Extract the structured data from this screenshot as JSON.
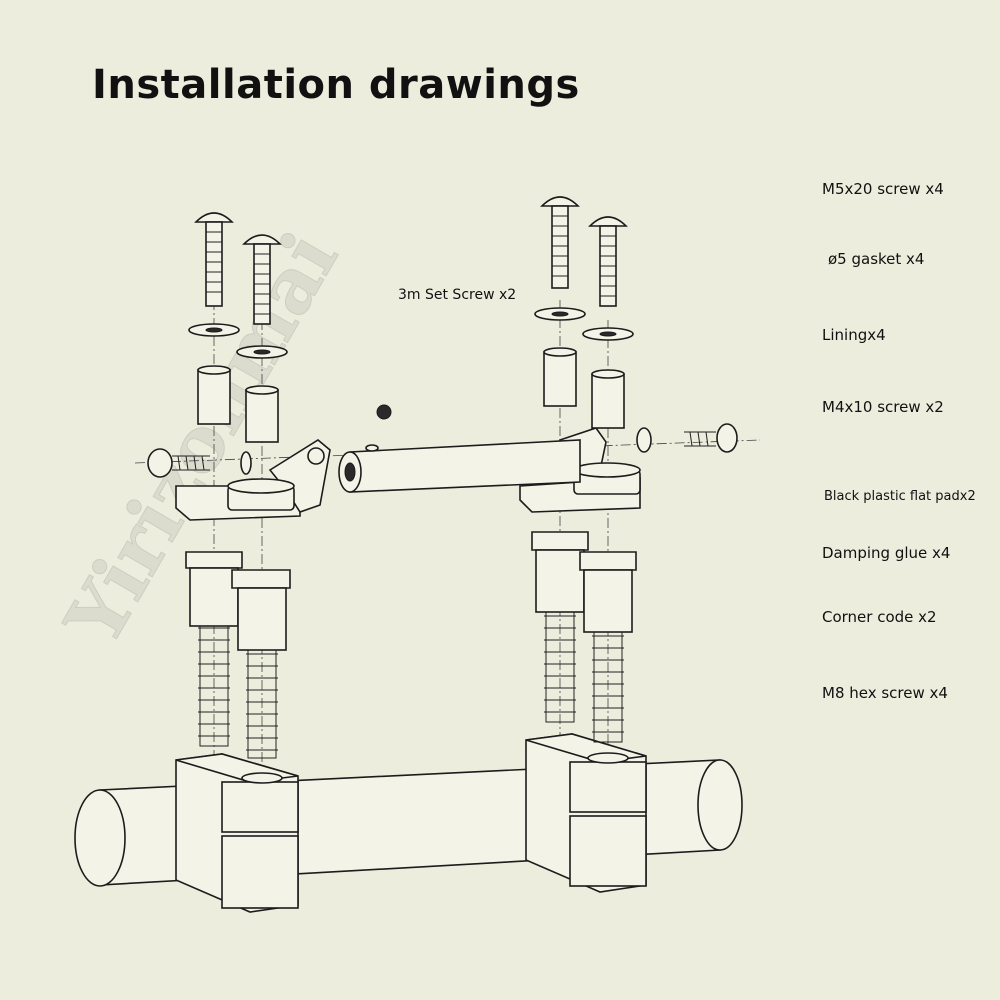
{
  "title": "Installation drawings",
  "watermark": "Yirizonmai",
  "labels": {
    "m5_screw": "M5x20 screw x4",
    "gasket": "ø5 gasket x4",
    "lining": "Liningx4",
    "m4_screw": "M4x10 screw x2",
    "flat_pad": "Black plastic flat padx2",
    "damping": "Damping glue x4",
    "corner": "Corner code x2",
    "m8_screw": "M8 hex screw x4",
    "set_screw": "3m Set Screw x2"
  },
  "colors": {
    "background": "#ededde",
    "line": "#1c1c1c",
    "watermark": "#d8d8cc"
  }
}
